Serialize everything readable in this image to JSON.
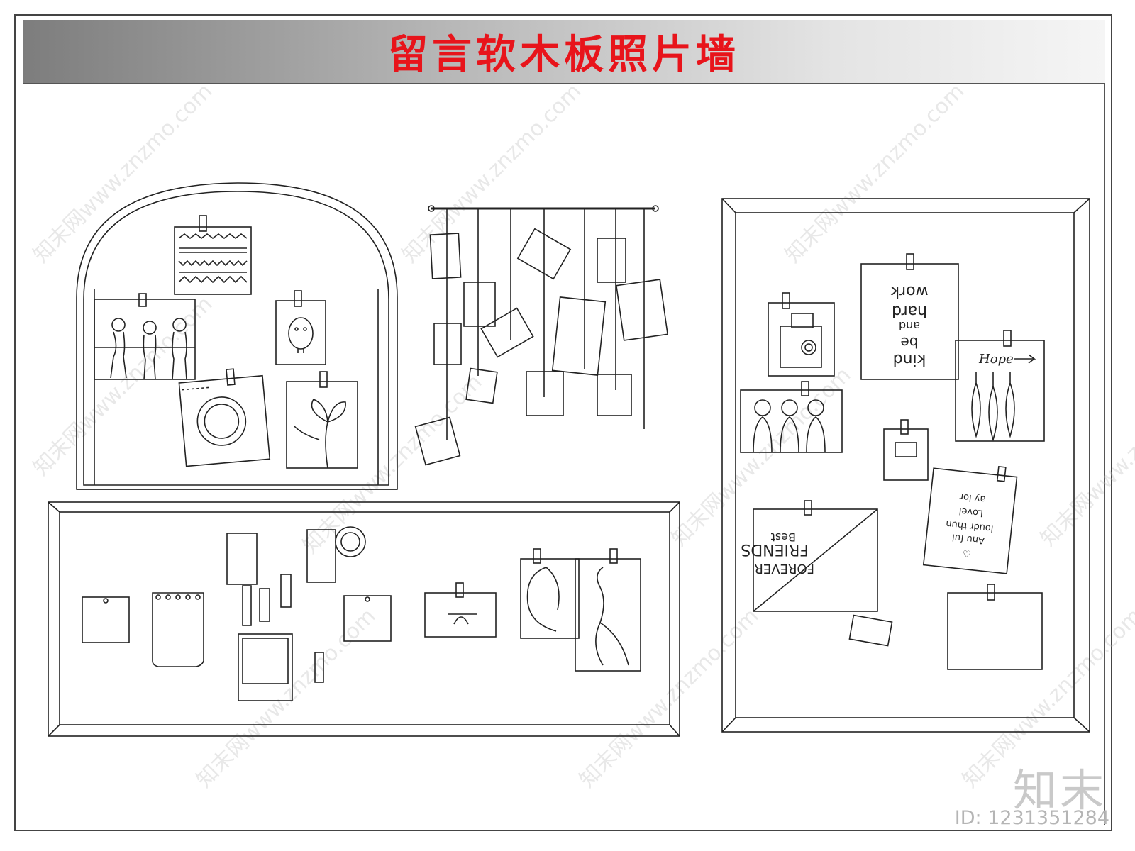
{
  "title": "留言软木板照片墙",
  "brand": "知末",
  "id_label": "ID: 1231351284",
  "watermark": "知末网www.znzmo.com",
  "board_panel_1": {
    "note_card_lines": [
      "work",
      "hard",
      "and",
      "be",
      "kind"
    ],
    "note_card_2_lines": [
      "ay lor",
      "Lovel",
      "loudr thun",
      "Anu ful",
      "♡"
    ],
    "hope_text": "Hope",
    "friends_text": [
      "Best",
      "FRIENDS",
      "FOREVER"
    ]
  },
  "colors": {
    "title": "#e8141b",
    "line": "#222222"
  }
}
